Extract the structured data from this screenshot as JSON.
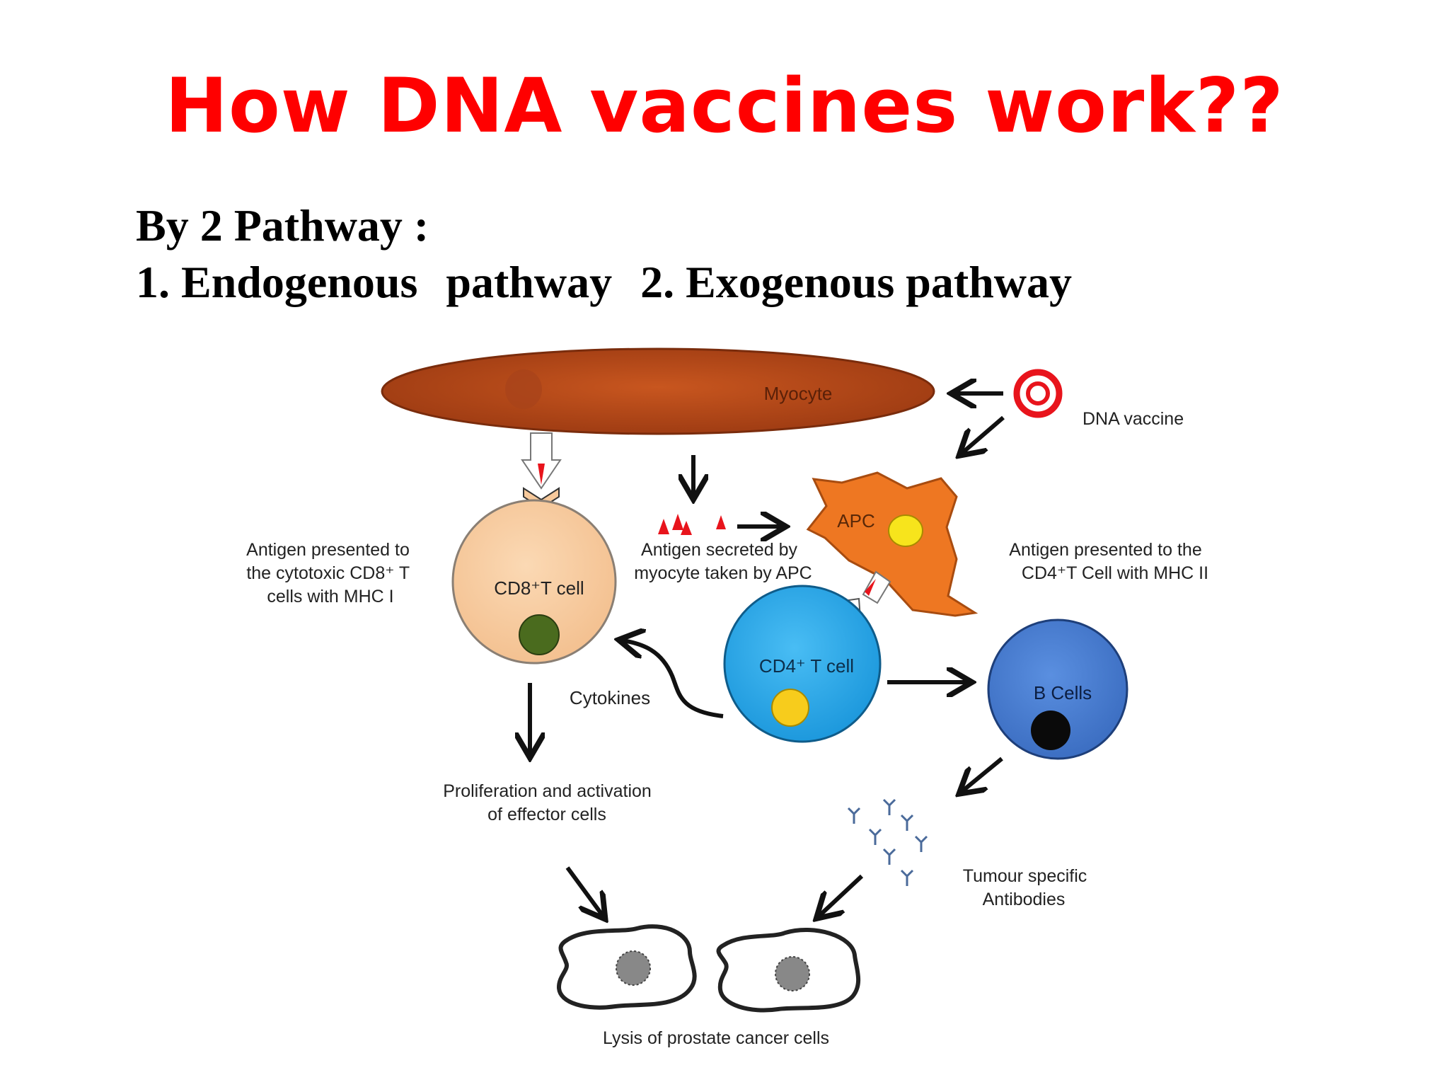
{
  "slide": {
    "title": "How DNA vaccines work??",
    "title_color": "#ff0000",
    "line1": "By 2 Pathway :",
    "line2_part1": "1. Endogenous",
    "line2_part2": "pathway",
    "line2_part3": "2. Exogenous pathway"
  },
  "diagram": {
    "myocyte": "Myocyte",
    "dna_vaccine": "DNA vaccine",
    "apc": "APC",
    "cd8_cell": "CD8⁺T cell",
    "cd4_cell": "CD4⁺ T cell",
    "b_cells": "B Cells",
    "cytokines": "Cytokines",
    "antigen_cd8": [
      "Antigen presented to",
      "the cytotoxic CD8⁺ T",
      "cells with MHC I"
    ],
    "antigen_secreted": [
      "Antigen secreted by",
      "myocyte  taken by APC"
    ],
    "antigen_cd4": [
      "Antigen presented to the",
      "CD4⁺T Cell  with MHC II"
    ],
    "proliferation": [
      "Proliferation and activation",
      "of effector cells"
    ],
    "antibodies": [
      "Tumour specific",
      "Antibodies"
    ],
    "lysis": "Lysis of prostate cancer cells",
    "colors": {
      "myocyte": "#b5481a",
      "apc": "#ee7722",
      "cd8": "#f7c99b",
      "cd4": "#2aa8ea",
      "bcell": "#4a7fd0",
      "antigen": "#e8141c"
    }
  }
}
